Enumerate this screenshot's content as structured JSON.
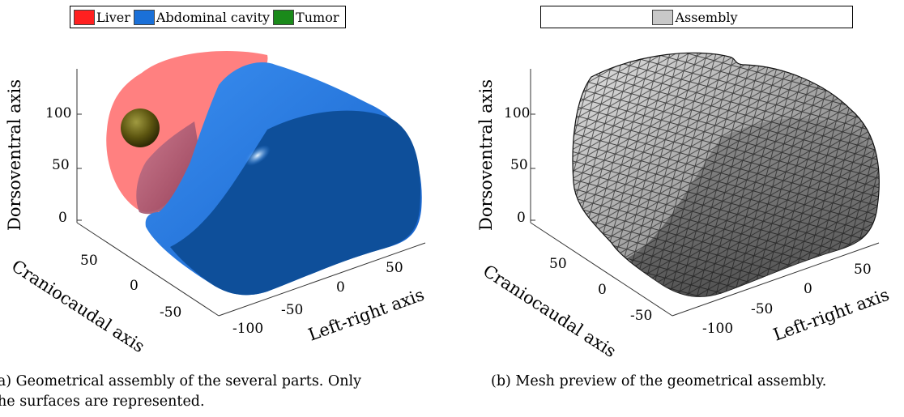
{
  "figure_a": {
    "legend": [
      {
        "label": "Liver",
        "color": "#ff2020"
      },
      {
        "label": "Abdominal cavity",
        "color": "#1a70d8"
      },
      {
        "label": "Tumor",
        "color": "#1a8a1a"
      }
    ],
    "z_axis_label": "Dorsoventral axis",
    "z_ticks": [
      "100",
      "50",
      "0"
    ],
    "y_axis_label": "Craniocaudal axis",
    "y_ticks": [
      "50",
      "0",
      "-50"
    ],
    "x_axis_label": "Left-right axis",
    "x_ticks": [
      "-100",
      "-50",
      "0",
      "50"
    ],
    "caption_line1": "(a) Geometrical assembly of the several parts.  Only",
    "caption_line2": "the surfaces are represented."
  },
  "figure_b": {
    "legend": [
      {
        "label": "Assembly",
        "color": "#c8c8c8"
      }
    ],
    "z_axis_label": "Dorsoventral axis",
    "z_ticks": [
      "100",
      "50",
      "0"
    ],
    "y_axis_label": "Craniocaudal axis",
    "y_ticks": [
      "50",
      "0",
      "-50"
    ],
    "x_axis_label": "Left-right axis",
    "x_ticks": [
      "-100",
      "-50",
      "0",
      "50"
    ],
    "caption": "(b) Mesh preview of the geometrical assembly."
  }
}
